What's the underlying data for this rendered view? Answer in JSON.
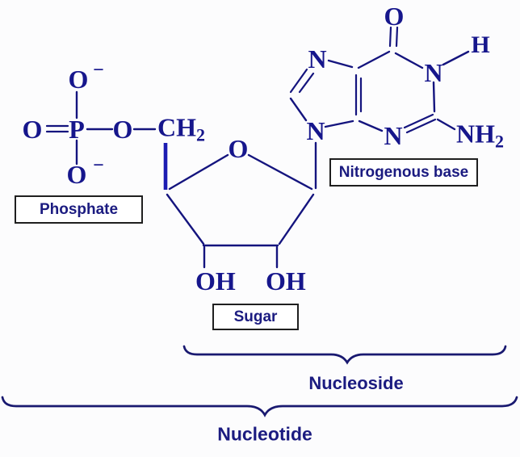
{
  "title": "Nucleotide structure diagram",
  "molecule": {
    "phosphate": {
      "o_top": "O",
      "o_top_charge": "−",
      "o_left": "O",
      "p": "P",
      "o_bridge": "O",
      "ch2": "CH",
      "ch2_sub": "2",
      "o_bottom": "O",
      "o_bottom_charge": "−"
    },
    "sugar": {
      "ring_o": "O",
      "oh_left": "OH",
      "oh_right": "OH"
    },
    "base": {
      "o": "O",
      "h": "H",
      "n1": "N",
      "n7": "N",
      "n9": "N",
      "n3": "N",
      "nh2": "NH",
      "nh2_sub": "2"
    }
  },
  "labels": {
    "phosphate": "Phosphate",
    "nitrogenous_base": "Nitrogenous base",
    "sugar": "Sugar",
    "nucleoside": "Nucleoside",
    "nucleotide": "Nucleotide"
  },
  "colors": {
    "bg": "#fcfcfd",
    "line": "#14147e",
    "wedge": "#1c1cb2",
    "atom": "#16168c",
    "brace": "#191970",
    "text": "#1b1b80"
  }
}
